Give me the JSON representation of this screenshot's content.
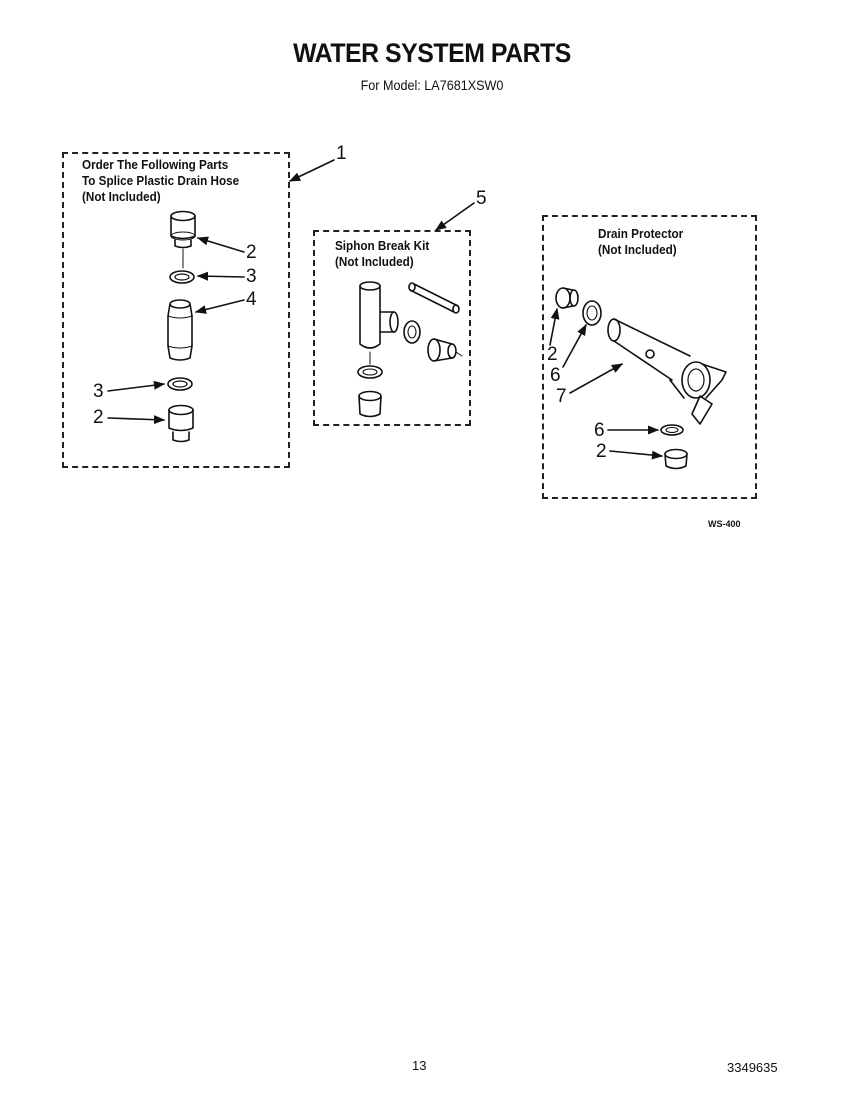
{
  "header": {
    "title": "WATER SYSTEM PARTS",
    "subtitle": "For Model: LA7681XSW0"
  },
  "panels": {
    "splice": {
      "line1": "Order The Following Parts",
      "line2": "To Splice Plastic Drain Hose",
      "line3": "(Not Included)"
    },
    "siphon": {
      "line1": "Siphon Break Kit",
      "line2": "(Not Included)"
    },
    "drain": {
      "line1": "Drain Protector",
      "line2": "(Not Included)"
    }
  },
  "callouts": {
    "c1": "1",
    "splice_top_2": "2",
    "splice_top_3": "3",
    "splice_4": "4",
    "splice_bottom_3": "3",
    "splice_bottom_2": "2",
    "c5": "5",
    "drain_2a": "2",
    "drain_6a": "6",
    "drain_7": "7",
    "drain_6b": "6",
    "drain_2b": "2"
  },
  "figure_code": "WS-400",
  "footer": {
    "page_number": "13",
    "doc_number": "3349635"
  }
}
